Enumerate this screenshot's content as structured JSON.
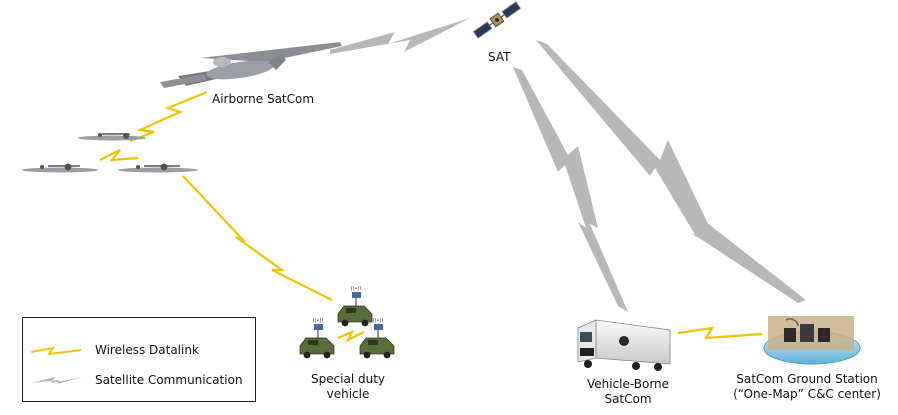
{
  "labels": {
    "sat": "SAT",
    "airborne": "Airborne SatCom",
    "special_line1": "Special duty",
    "special_line2": "vehicle",
    "vehicle_line1": "Vehicle-Borne",
    "vehicle_line2": "SatCom",
    "ground_line1": "SatCom Ground Station",
    "ground_line2": "(“One-Map” C&C center)"
  },
  "legend": {
    "items": [
      {
        "label": "Wireless Datalink",
        "color": "#f2c200"
      },
      {
        "label": "Satellite Communication",
        "color": "#b8b8b8"
      }
    ]
  },
  "colors": {
    "wireless": "#f2c200",
    "satellite": "#b8b8b8",
    "vehicle_green": "#5a6b3a",
    "aircraft": "#8c9096"
  },
  "icons": [
    "satellite-icon",
    "airborne-aircraft-icon",
    "uav-icon",
    "military-vehicle-icon",
    "truck-icon",
    "ground-station-icon",
    "signal-icon"
  ]
}
